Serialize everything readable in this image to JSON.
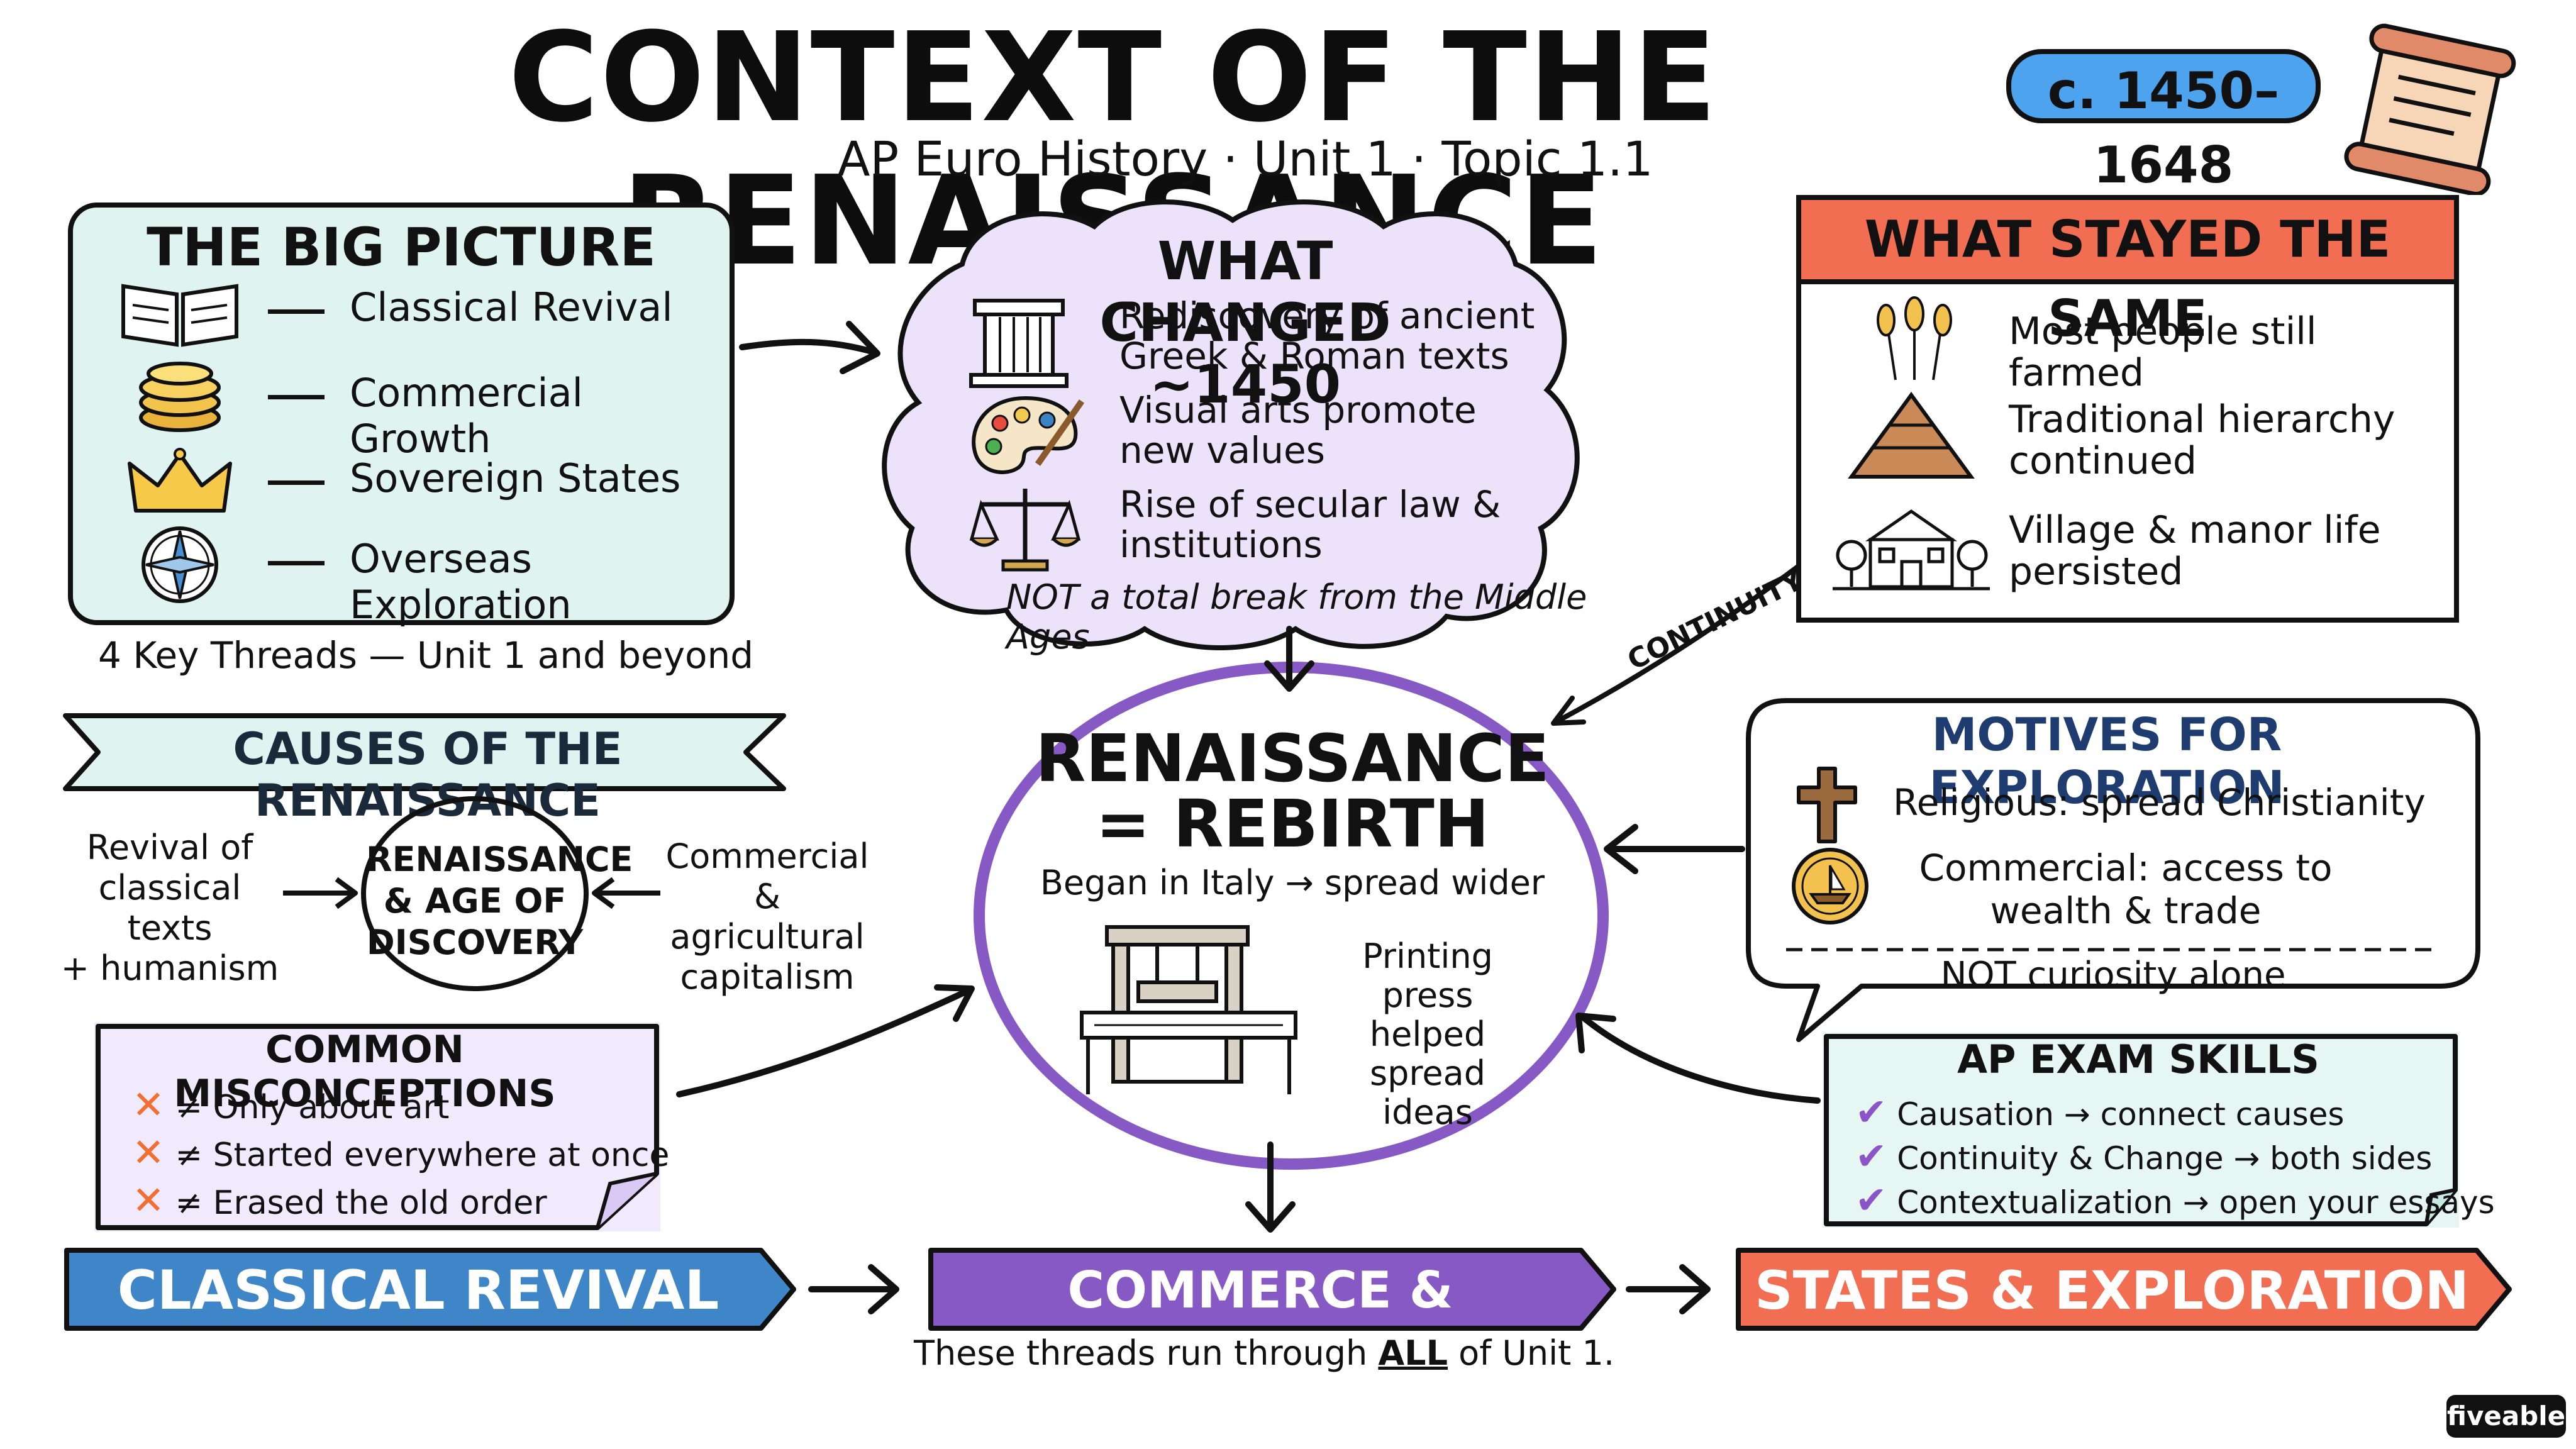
{
  "header": {
    "title": "CONTEXT OF THE RENAISSANCE",
    "subtitle": "AP Euro History · Unit 1 · Topic 1.1",
    "date_range": "c. 1450–1648"
  },
  "big_picture": {
    "title": "THE BIG PICTURE",
    "items": [
      {
        "label": "Classical Revival",
        "icon": "open-book-icon"
      },
      {
        "label": "Commercial Growth",
        "icon": "coins-icon"
      },
      {
        "label": "Sovereign States",
        "icon": "crown-icon"
      },
      {
        "label": "Overseas Exploration",
        "icon": "compass-icon"
      }
    ],
    "footer": "4 Key Threads — Unit 1 and beyond"
  },
  "what_changed": {
    "title": "WHAT CHANGED ~1450",
    "items": [
      {
        "line1": "Rediscovery of ancient",
        "line2": "Greek & Roman texts",
        "icon": "column-icon"
      },
      {
        "line1": "Visual arts promote",
        "line2": "new values",
        "icon": "palette-icon"
      },
      {
        "line1": "Rise of secular law &",
        "line2": "institutions",
        "icon": "scales-icon"
      }
    ],
    "footer": "NOT a total break from the Middle Ages"
  },
  "stayed_same": {
    "title": "WHAT STAYED THE SAME",
    "items": [
      {
        "line1": "Most people still farmed",
        "line2": "",
        "icon": "wheat-icon"
      },
      {
        "line1": "Traditional hierarchy",
        "line2": "continued",
        "icon": "pyramid-icon"
      },
      {
        "line1": "Village & manor life",
        "line2": "persisted",
        "icon": "manor-icon"
      }
    ],
    "arrow_label": "CONTINUITY"
  },
  "causes": {
    "title": "CAUSES OF THE RENAISSANCE",
    "left": [
      "Revival of",
      "classical texts",
      "+ humanism"
    ],
    "center": [
      "RENAISSANCE",
      "& AGE OF",
      "DISCOVERY"
    ],
    "right": [
      "Commercial &",
      "agricultural",
      "capitalism"
    ]
  },
  "misconceptions": {
    "title": "COMMON MISCONCEPTIONS",
    "items": [
      "≠ Only about art",
      "≠ Started everywhere at once",
      "≠ Erased the old order"
    ],
    "mark": "✕"
  },
  "rebirth": {
    "title_line1": "RENAISSANCE",
    "title_line2": "= REBIRTH",
    "subtitle": "Began in Italy → spread wider",
    "printing": [
      "Printing press",
      "helped spread",
      "ideas"
    ]
  },
  "motives": {
    "title": "MOTIVES FOR EXPLORATION",
    "religious": "Religious: spread Christianity",
    "commercial_line1": "Commercial: access to",
    "commercial_line2": "wealth & trade",
    "footer": "NOT curiosity alone"
  },
  "exam_skills": {
    "title": "AP EXAM SKILLS",
    "items": [
      "Causation → connect causes",
      "Continuity & Change → both sides",
      "Contextualization → open your essays"
    ],
    "mark": "✔"
  },
  "threads": {
    "items": [
      {
        "label": "CLASSICAL REVIVAL",
        "color": "#3f86c9"
      },
      {
        "label": "COMMERCE & CAPITALISM",
        "color": "#8659c5"
      },
      {
        "label": "STATES & EXPLORATION",
        "color": "#f26e52"
      }
    ],
    "footer_before": "These threads run through ",
    "footer_emph": "ALL",
    "footer_after": " of Unit 1."
  },
  "brand": "fiveable",
  "colors": {
    "accent_blue": "#4da3ee",
    "accent_purple": "#8659c5",
    "accent_orange": "#f26e52",
    "panel_teal": "#dff4f1",
    "panel_lavender": "#ece3fb"
  }
}
